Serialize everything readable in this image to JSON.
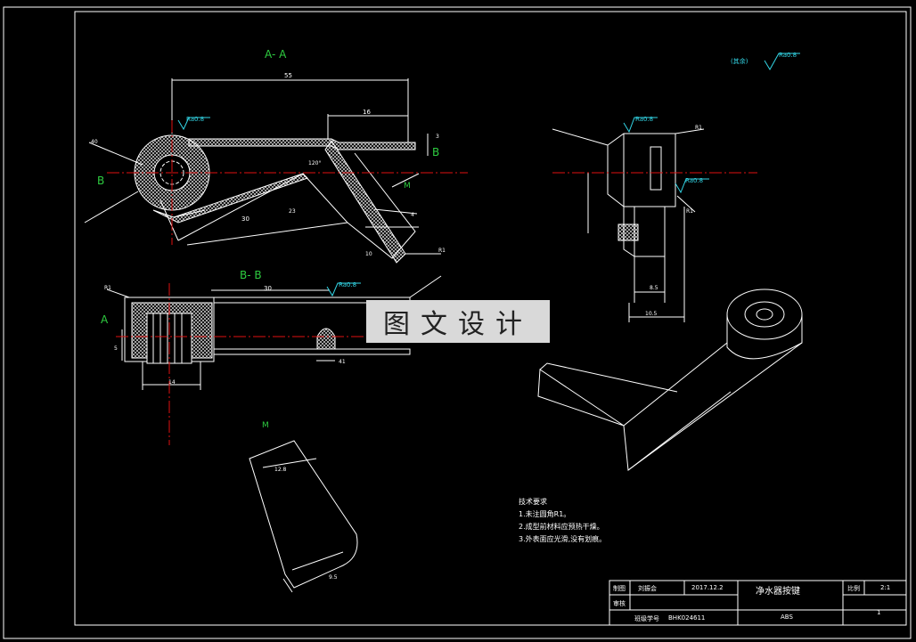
{
  "views": {
    "section_aa": "A- A",
    "section_bb": "B- B",
    "view_m": "M",
    "label_b_left": "B",
    "label_b_right": "B",
    "label_a": "A",
    "label_m_arrow": "M"
  },
  "dimensions": {
    "d55": "55",
    "d16": "16",
    "d30_aa": "30",
    "d30_bb": "30",
    "d14": "14",
    "d8_5": "8.5",
    "d10_5": "10.5",
    "d12_8": "12.8",
    "d9_5": "9.5",
    "d40": "40",
    "d120": "120°",
    "dR1_a": "R1",
    "dR1_b": "R1",
    "dR1_c": "R1",
    "dR1_d": "R1",
    "d4": "4",
    "d41": "41",
    "d3": "3",
    "d10": "10",
    "d23": "23",
    "d5": "5"
  },
  "roughness": {
    "general": "Ra0.8",
    "aa_top": "Ra0.8",
    "bb_top": "Ra0.8",
    "side_top": "Ra0.8",
    "side_right": "Ra0.8",
    "other_label": "(其余)"
  },
  "tech_notes": {
    "title": "技术要求",
    "items": [
      "1.未注圆角R1。",
      "2.成型前材料应预热干燥。",
      "3.外表面应光滑,没有划痕。"
    ]
  },
  "title_block": {
    "drawn_label": "制图",
    "drawn_name": "刘振会",
    "date": "2017.12.2",
    "part_name": "净水器按键",
    "scale_label": "比例",
    "scale": "2:1",
    "check_label": "审核",
    "material": "ABS",
    "student_label": "班级学号",
    "student_id": "BHK024611",
    "sheet": "1"
  },
  "watermark": "图文设计",
  "colors": {
    "background": "#000000",
    "lines": "#ffffff",
    "centerline": "#e01010",
    "text_green": "#2ecc40",
    "text_cyan": "#33d6e6",
    "watermark_bg": "#d9d9d9"
  }
}
